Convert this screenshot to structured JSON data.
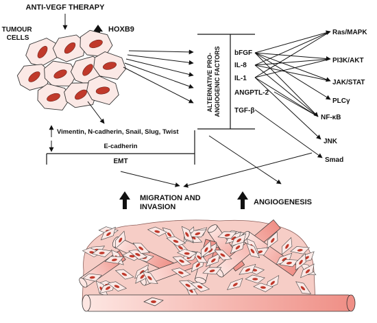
{
  "top_label": "ANTI-VEGF THERAPY",
  "tumour_label": [
    "TUMOUR",
    "CELLS"
  ],
  "hoxb9_label": "HOXB9",
  "emt": {
    "up_markers": "Vimentin, N-cadherin, Snail, Slug, Twist",
    "down_marker": "E-cadherin",
    "label": "EMT"
  },
  "factors": {
    "vertical_label": [
      "ALTERNATIVE PRO-",
      "ANGIOGENIC FACTORS"
    ],
    "items": [
      "bFGF",
      "IL-8",
      "IL-1",
      "ANGPTL-2",
      "TGF-β"
    ]
  },
  "pathways": [
    "Ras/MAPK",
    "PI3K/AKT",
    "JAK/STAT",
    "PLCγ",
    "NF-κB",
    "JNK",
    "Smad"
  ],
  "outcomes": {
    "migration": [
      "MIGRATION AND",
      "INVASION"
    ],
    "angiogenesis": "ANGIOGENESIS"
  },
  "colors": {
    "cell_fill": "#fbe9e6",
    "cell_stroke": "#333333",
    "nucleus": "#c0392b",
    "vessel_light": "#fde6e2",
    "vessel_dark": "#ef8f86",
    "arrow": "#111111"
  }
}
